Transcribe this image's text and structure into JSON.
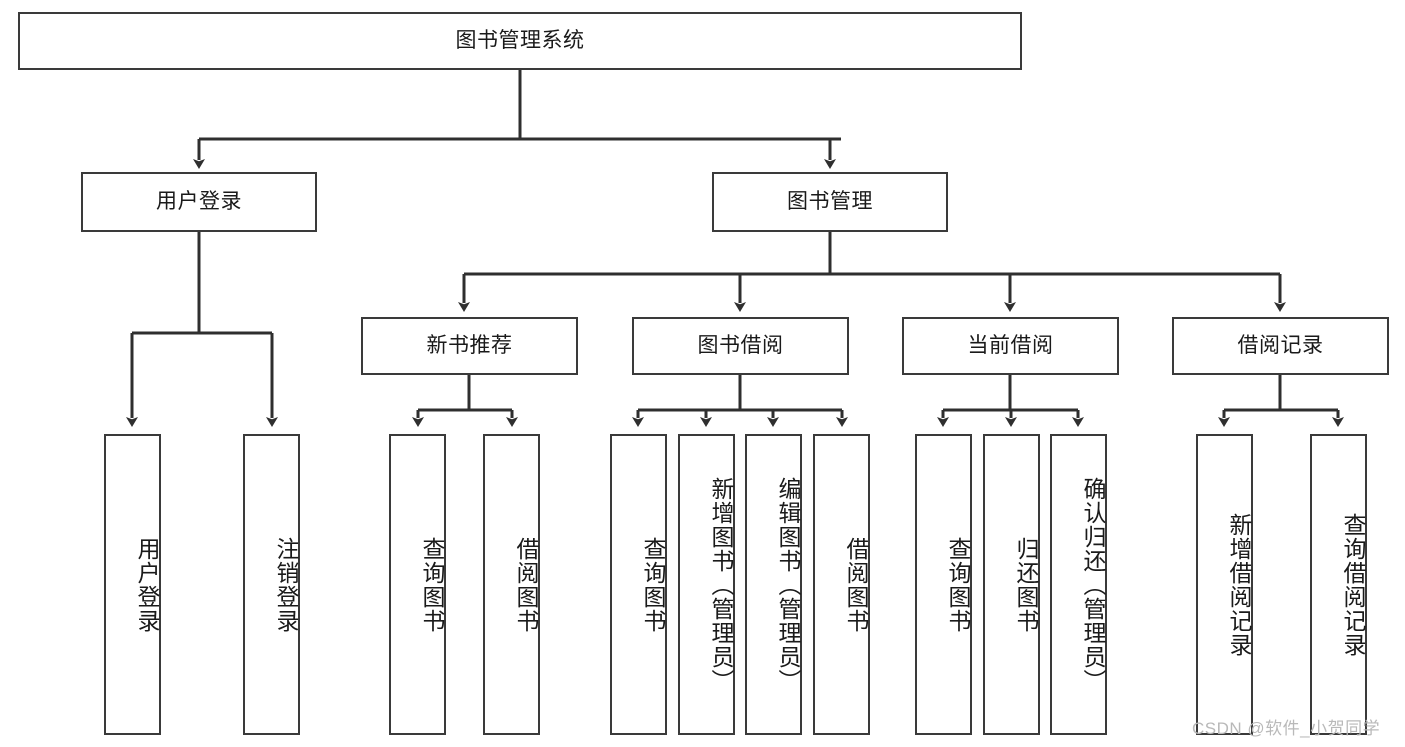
{
  "diagram": {
    "title": "图书管理系统",
    "type": "hierarchy-tree",
    "levels": 4,
    "root": {
      "id": "root",
      "label": "图书管理系统"
    },
    "level2": [
      {
        "id": "user-login",
        "label": "用户登录"
      },
      {
        "id": "book-manage",
        "label": "图书管理"
      }
    ],
    "level3": [
      {
        "id": "new-book-rec",
        "label": "新书推荐",
        "parent": "book-manage"
      },
      {
        "id": "book-borrow",
        "label": "图书借阅",
        "parent": "book-manage"
      },
      {
        "id": "current-borrow",
        "label": "当前借阅",
        "parent": "book-manage"
      },
      {
        "id": "borrow-record",
        "label": "借阅记录",
        "parent": "book-manage"
      }
    ],
    "leaves": [
      {
        "id": "leaf-user-login",
        "label": "用户登录",
        "parent": "user-login"
      },
      {
        "id": "leaf-user-logout",
        "label": "注销登录",
        "parent": "user-login"
      },
      {
        "id": "leaf-query-book-1",
        "label": "查询图书",
        "parent": "new-book-rec"
      },
      {
        "id": "leaf-borrow-book-1",
        "label": "借阅图书",
        "parent": "new-book-rec"
      },
      {
        "id": "leaf-query-book-2",
        "label": "查询图书",
        "parent": "book-borrow"
      },
      {
        "id": "leaf-add-book",
        "label": "新增图书（管理员）",
        "parent": "book-borrow"
      },
      {
        "id": "leaf-edit-book",
        "label": "编辑图书（管理员）",
        "parent": "book-borrow"
      },
      {
        "id": "leaf-borrow-book-2",
        "label": "借阅图书",
        "parent": "book-borrow"
      },
      {
        "id": "leaf-query-book-3",
        "label": "查询图书",
        "parent": "current-borrow"
      },
      {
        "id": "leaf-return-book",
        "label": "归还图书",
        "parent": "current-borrow"
      },
      {
        "id": "leaf-confirm-return",
        "label": "确认归还（管理员）",
        "parent": "current-borrow"
      },
      {
        "id": "leaf-add-record",
        "label": "新增借阅记录",
        "parent": "borrow-record"
      },
      {
        "id": "leaf-query-record",
        "label": "查询借阅记录",
        "parent": "borrow-record"
      }
    ]
  },
  "watermark": {
    "text": "CSDN @软件_小贺同学"
  },
  "colors": {
    "stroke": "#3a3a3a",
    "background": "#ffffff",
    "text": "#1a1a1a",
    "watermark": "#b9b9b9"
  }
}
